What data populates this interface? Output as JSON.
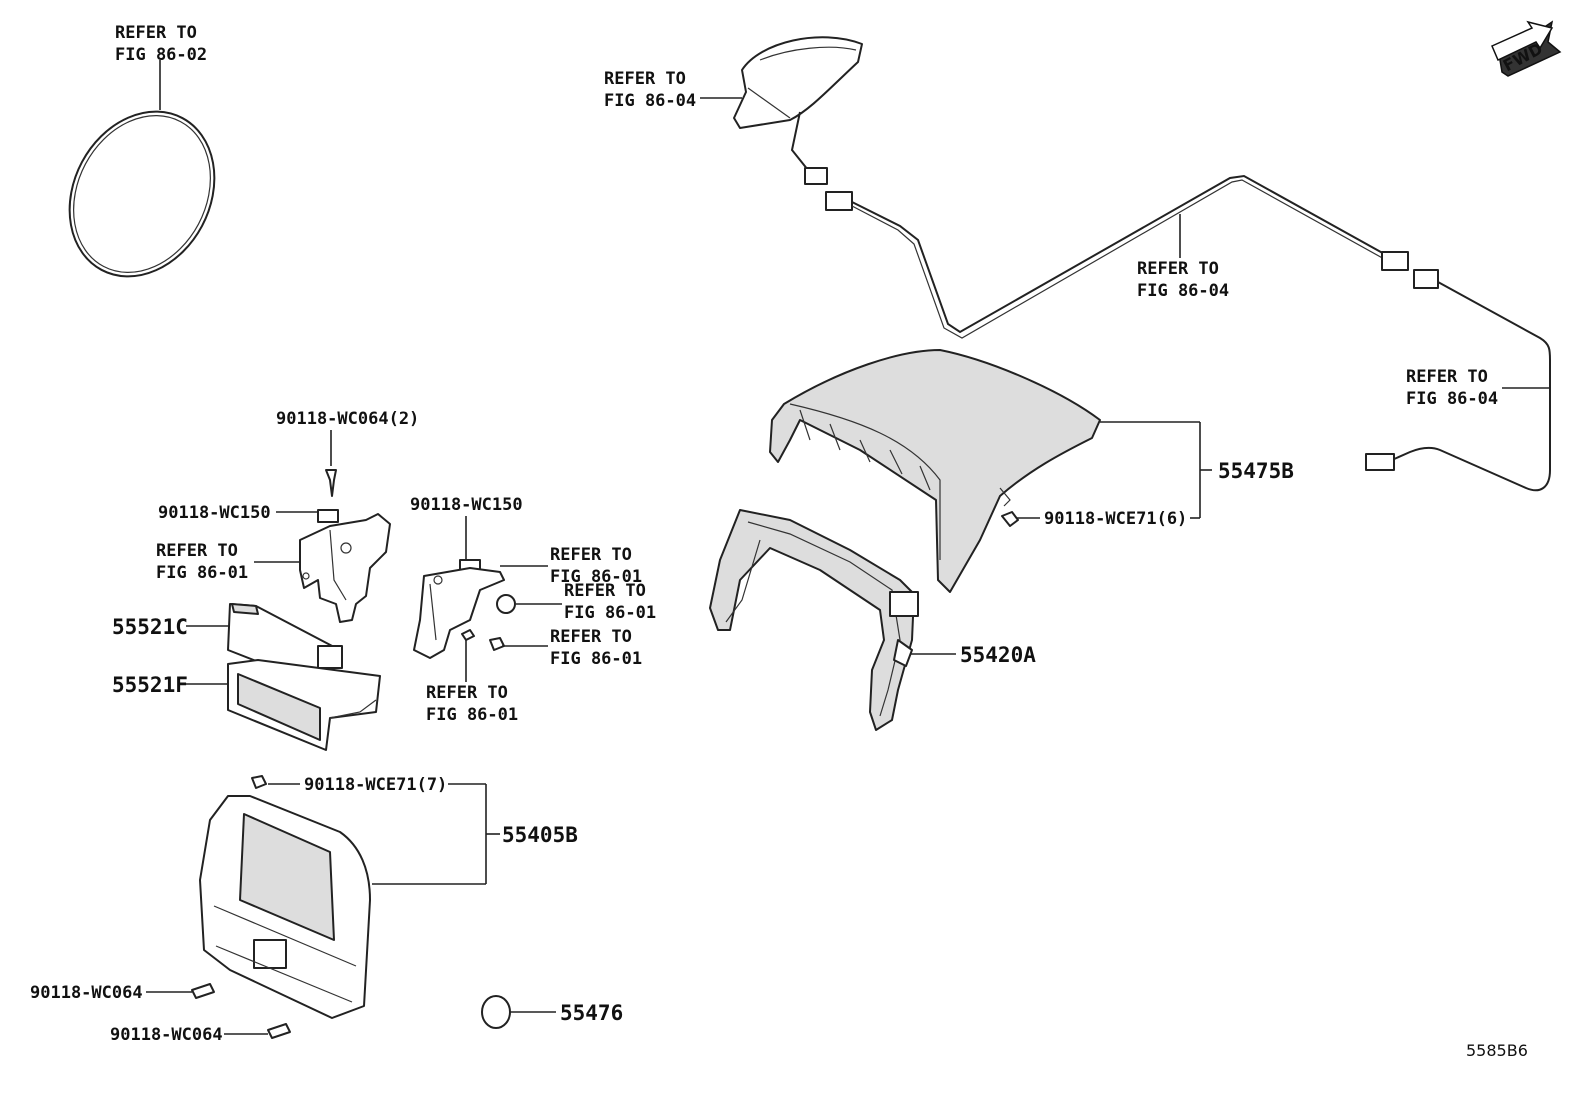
{
  "labels": {
    "refer_fig_86_02": [
      "REFER TO",
      "FIG 86-02"
    ],
    "refer_fig_86_04_antenna": [
      "REFER TO",
      "FIG 86-04"
    ],
    "refer_fig_86_04_cable_mid": [
      "REFER TO",
      "FIG 86-04"
    ],
    "refer_fig_86_04_cable_end": [
      "REFER TO",
      "FIG 86-04"
    ],
    "refer_fig_86_01_left_bracket": [
      "REFER TO",
      "FIG 86-01"
    ],
    "refer_fig_86_01_right_bracket_top": [
      "REFER TO",
      "FIG 86-01"
    ],
    "refer_fig_86_01_right_bracket_mid": [
      "REFER TO",
      "FIG 86-01"
    ],
    "refer_fig_86_01_right_bracket_low": [
      "REFER TO",
      "FIG 86-01"
    ],
    "refer_fig_86_01_right_bracket_bottom": [
      "REFER TO",
      "FIG 86-01"
    ]
  },
  "part_numbers": {
    "screw_wc064_2": "90118-WC064(2)",
    "clip_wc150_left": "90118-WC150",
    "clip_wc150_right": "90118-WC150",
    "panel_55521c": "55521C",
    "panel_55521f": "55521F",
    "cover_55475b": "55475B",
    "clip_wce71_6": "90118-WCE71(6)",
    "bezel_55420a": "55420A",
    "clip_wce71_7": "90118-WCE71(7)",
    "panel_55405b": "55405B",
    "screw_wc064_a": "90118-WC064",
    "screw_wc064_b": "90118-WC064",
    "cap_55476": "55476"
  },
  "fwd_badge": "FWD",
  "figure_code": "5585B6"
}
